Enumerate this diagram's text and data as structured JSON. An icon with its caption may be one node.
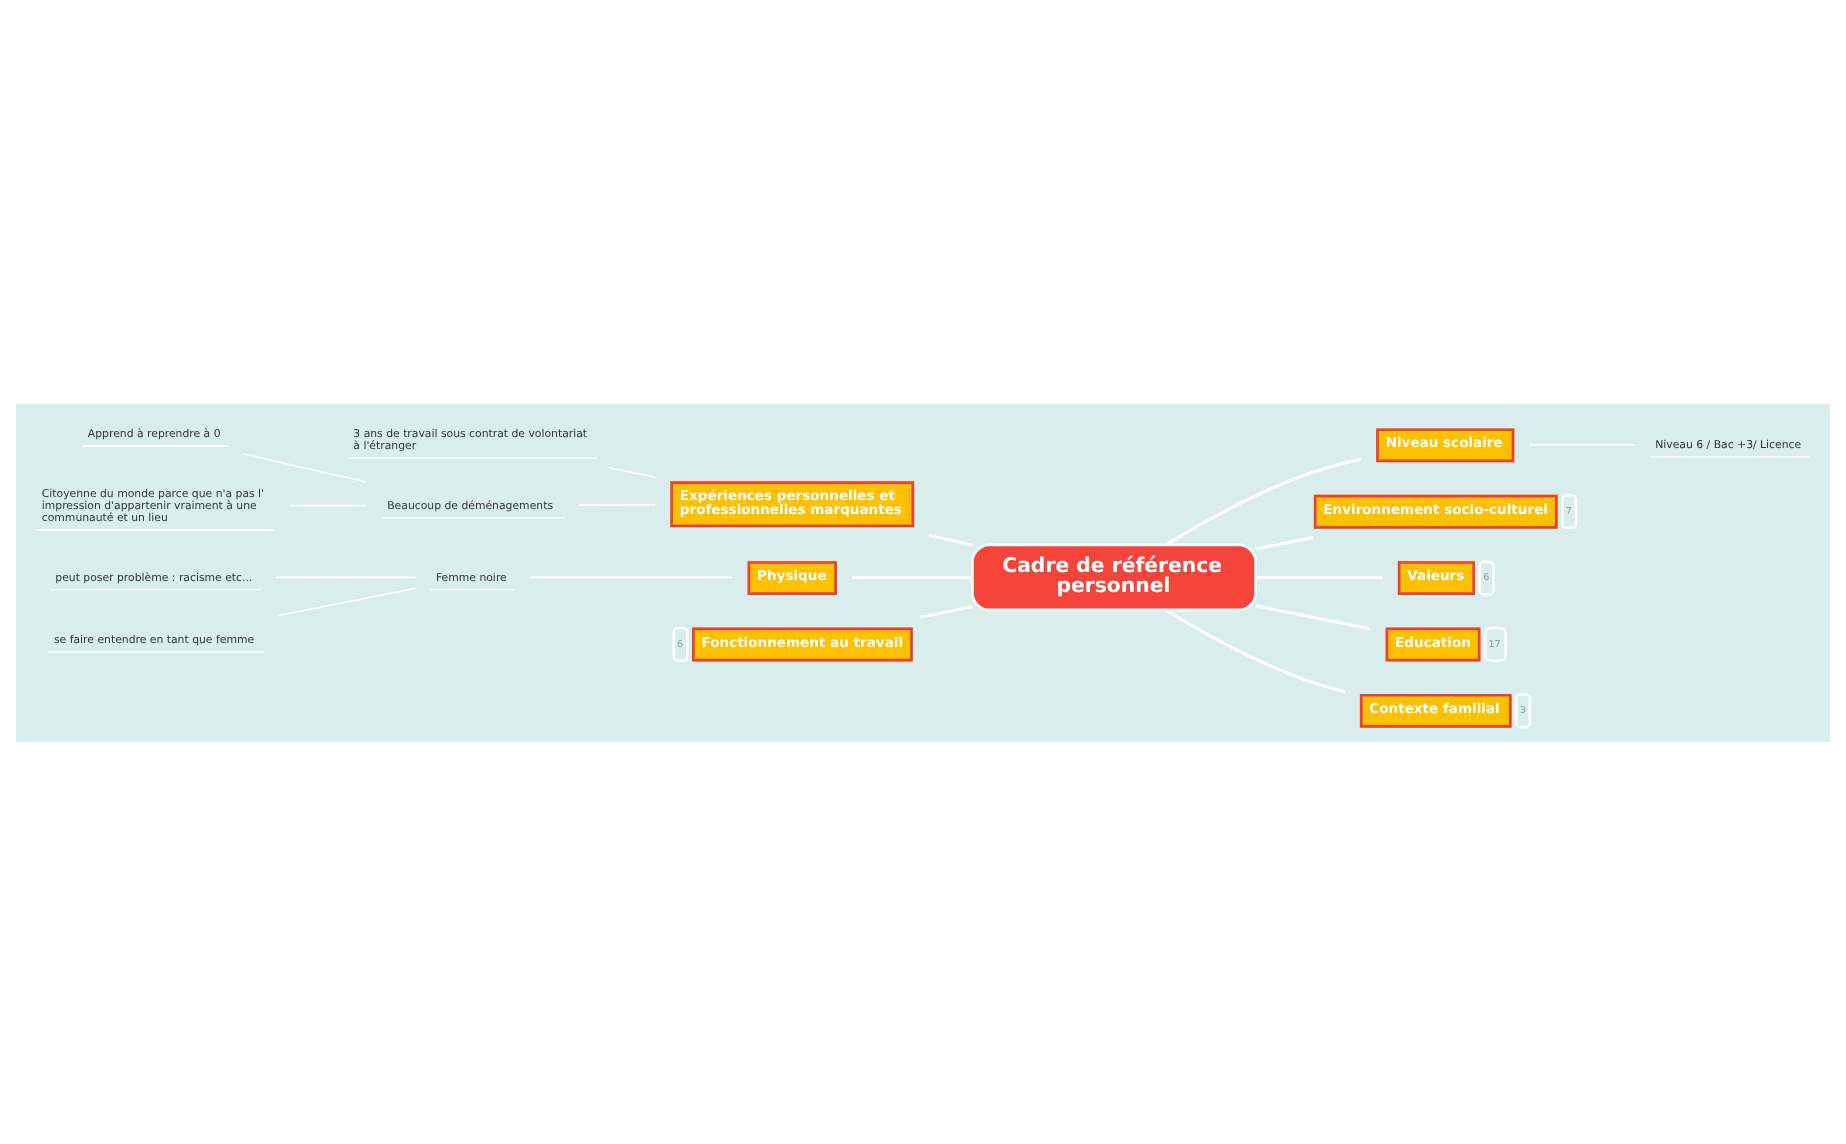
{
  "diagram": {
    "nodes": [
      {
        "text": [
          "Cadre de référence personnel"
        ]
      },
      {
        "text": [
          "Niveau scolaire"
        ]
      },
      {
        "text": [
          "Niveau 6 / Bac +3/ Licence"
        ]
      },
      {
        "text": [
          "Environnement socio-culturel"
        ],
        "beside": [
          "7"
        ]
      },
      {
        "text": [
          "Valeurs"
        ],
        "beside": [
          "6"
        ]
      },
      {
        "text": [
          "Education"
        ],
        "beside": [
          "17"
        ]
      },
      {
        "text": [
          "Contexte familial"
        ],
        "beside": [
          "3"
        ]
      },
      {
        "text": [
          "Expériences personnelles et professionnelles marquantes"
        ]
      },
      {
        "text": [
          "3 ans de travail sous contrat de volontariat à l'étranger"
        ]
      },
      {
        "text": [
          "Beaucoup de déménagements"
        ]
      },
      {
        "text": [
          "Apprend à reprendre à 0"
        ]
      },
      {
        "text": [
          "Citoyenne du monde parce que n'a pas l' impression d'appartenir vraiment à une communauté et un lieu"
        ]
      },
      {
        "text": [
          "Physique"
        ]
      },
      {
        "text": [
          "Femme noire"
        ]
      },
      {
        "text": [
          "peut poser problème : racisme etc..."
        ]
      },
      {
        "text": [
          "se faire entendre en tant que femme"
        ]
      },
      {
        "text": [
          "Fonctionnement au travail"
        ],
        "beside": [
          "6"
        ]
      }
    ],
    "edges": [
      {
        "from": 0,
        "to": 1,
        "arrow": "none"
      },
      {
        "from": 1,
        "to": 2,
        "arrow": "none"
      },
      {
        "from": 0,
        "to": 3,
        "arrow": "none"
      },
      {
        "from": 0,
        "to": 4,
        "arrow": "none"
      },
      {
        "from": 0,
        "to": 5,
        "arrow": "none"
      },
      {
        "from": 0,
        "to": 6,
        "arrow": "none"
      },
      {
        "from": 7,
        "to": 0,
        "arrow": "none"
      },
      {
        "from": 8,
        "to": 7,
        "arrow": "none"
      },
      {
        "from": 9,
        "to": 7,
        "arrow": "none"
      },
      {
        "from": 10,
        "to": 9,
        "arrow": "none"
      },
      {
        "from": 11,
        "to": 9,
        "arrow": "none"
      },
      {
        "from": 12,
        "to": 0,
        "arrow": "none"
      },
      {
        "from": 13,
        "to": 12,
        "arrow": "none"
      },
      {
        "from": 14,
        "to": 13,
        "arrow": "none"
      },
      {
        "from": 15,
        "to": 13,
        "arrow": "none"
      },
      {
        "from": 16,
        "to": 0,
        "arrow": "none"
      }
    ]
  }
}
